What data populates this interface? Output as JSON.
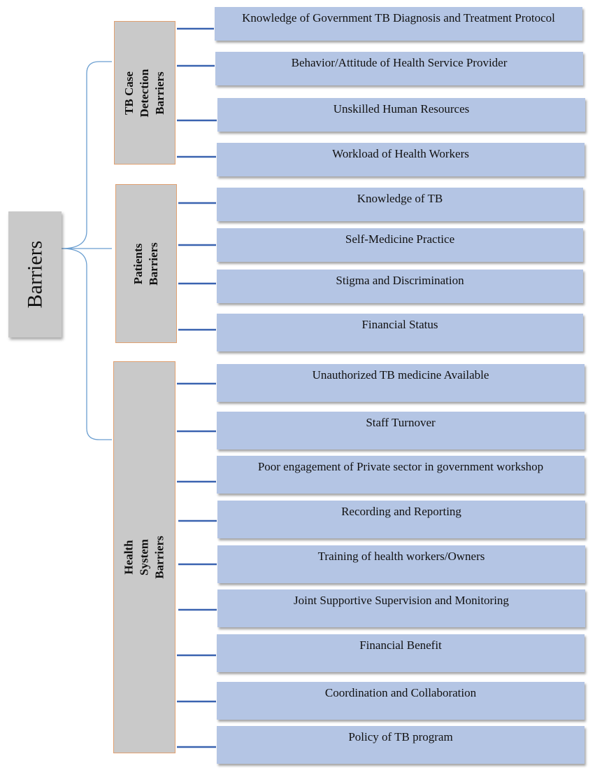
{
  "root": {
    "label": "Barriers"
  },
  "colors": {
    "item_fill": "#b4c5e4",
    "category_fill": "#c9c9c9",
    "category_border": "#e0a070",
    "connector": "#3a63b0",
    "brace": "#6a9ed0"
  },
  "categories": [
    {
      "label": "TB Case Detection Barriers",
      "items": [
        "Knowledge of Government TB Diagnosis and Treatment Protocol",
        "Behavior/Attitude of Health Service Provider",
        "Unskilled Human Resources",
        "Workload of Health Workers"
      ]
    },
    {
      "label": "Patients Barriers",
      "items": [
        "Knowledge of TB",
        "Self-Medicine Practice",
        "Stigma and Discrimination",
        "Financial Status"
      ]
    },
    {
      "label": "Health System Barriers",
      "items": [
        "Unauthorized TB medicine Available",
        "Staff Turnover",
        "Poor engagement of Private sector in government workshop",
        "Recording and Reporting",
        "Training of health workers/Owners",
        "Joint Supportive Supervision and Monitoring",
        "Financial Benefit",
        "Coordination and Collaboration",
        "Policy of TB program"
      ]
    }
  ]
}
